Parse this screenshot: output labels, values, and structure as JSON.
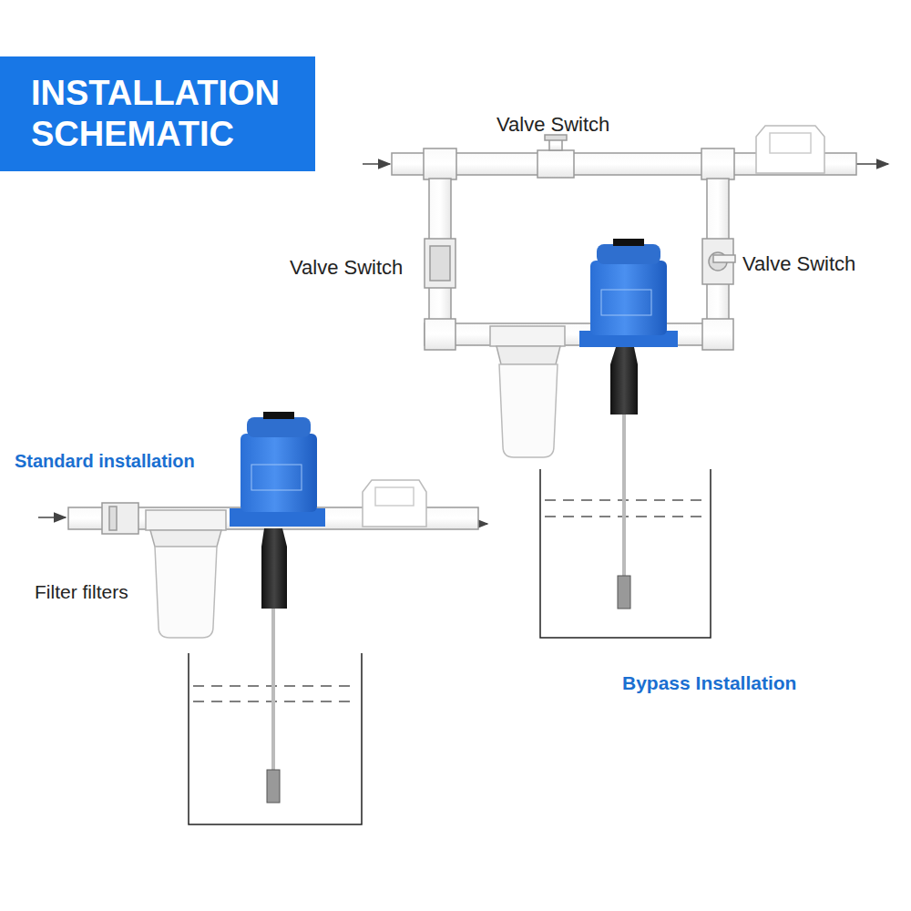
{
  "diagram": {
    "title": "INSTALLATION SCHEMATIC",
    "labels": [
      "Valve Switch",
      "Valve Switch",
      "Valve Switch",
      "Standard installation",
      "Filter filters",
      "Bypass Installation"
    ]
  }
}
